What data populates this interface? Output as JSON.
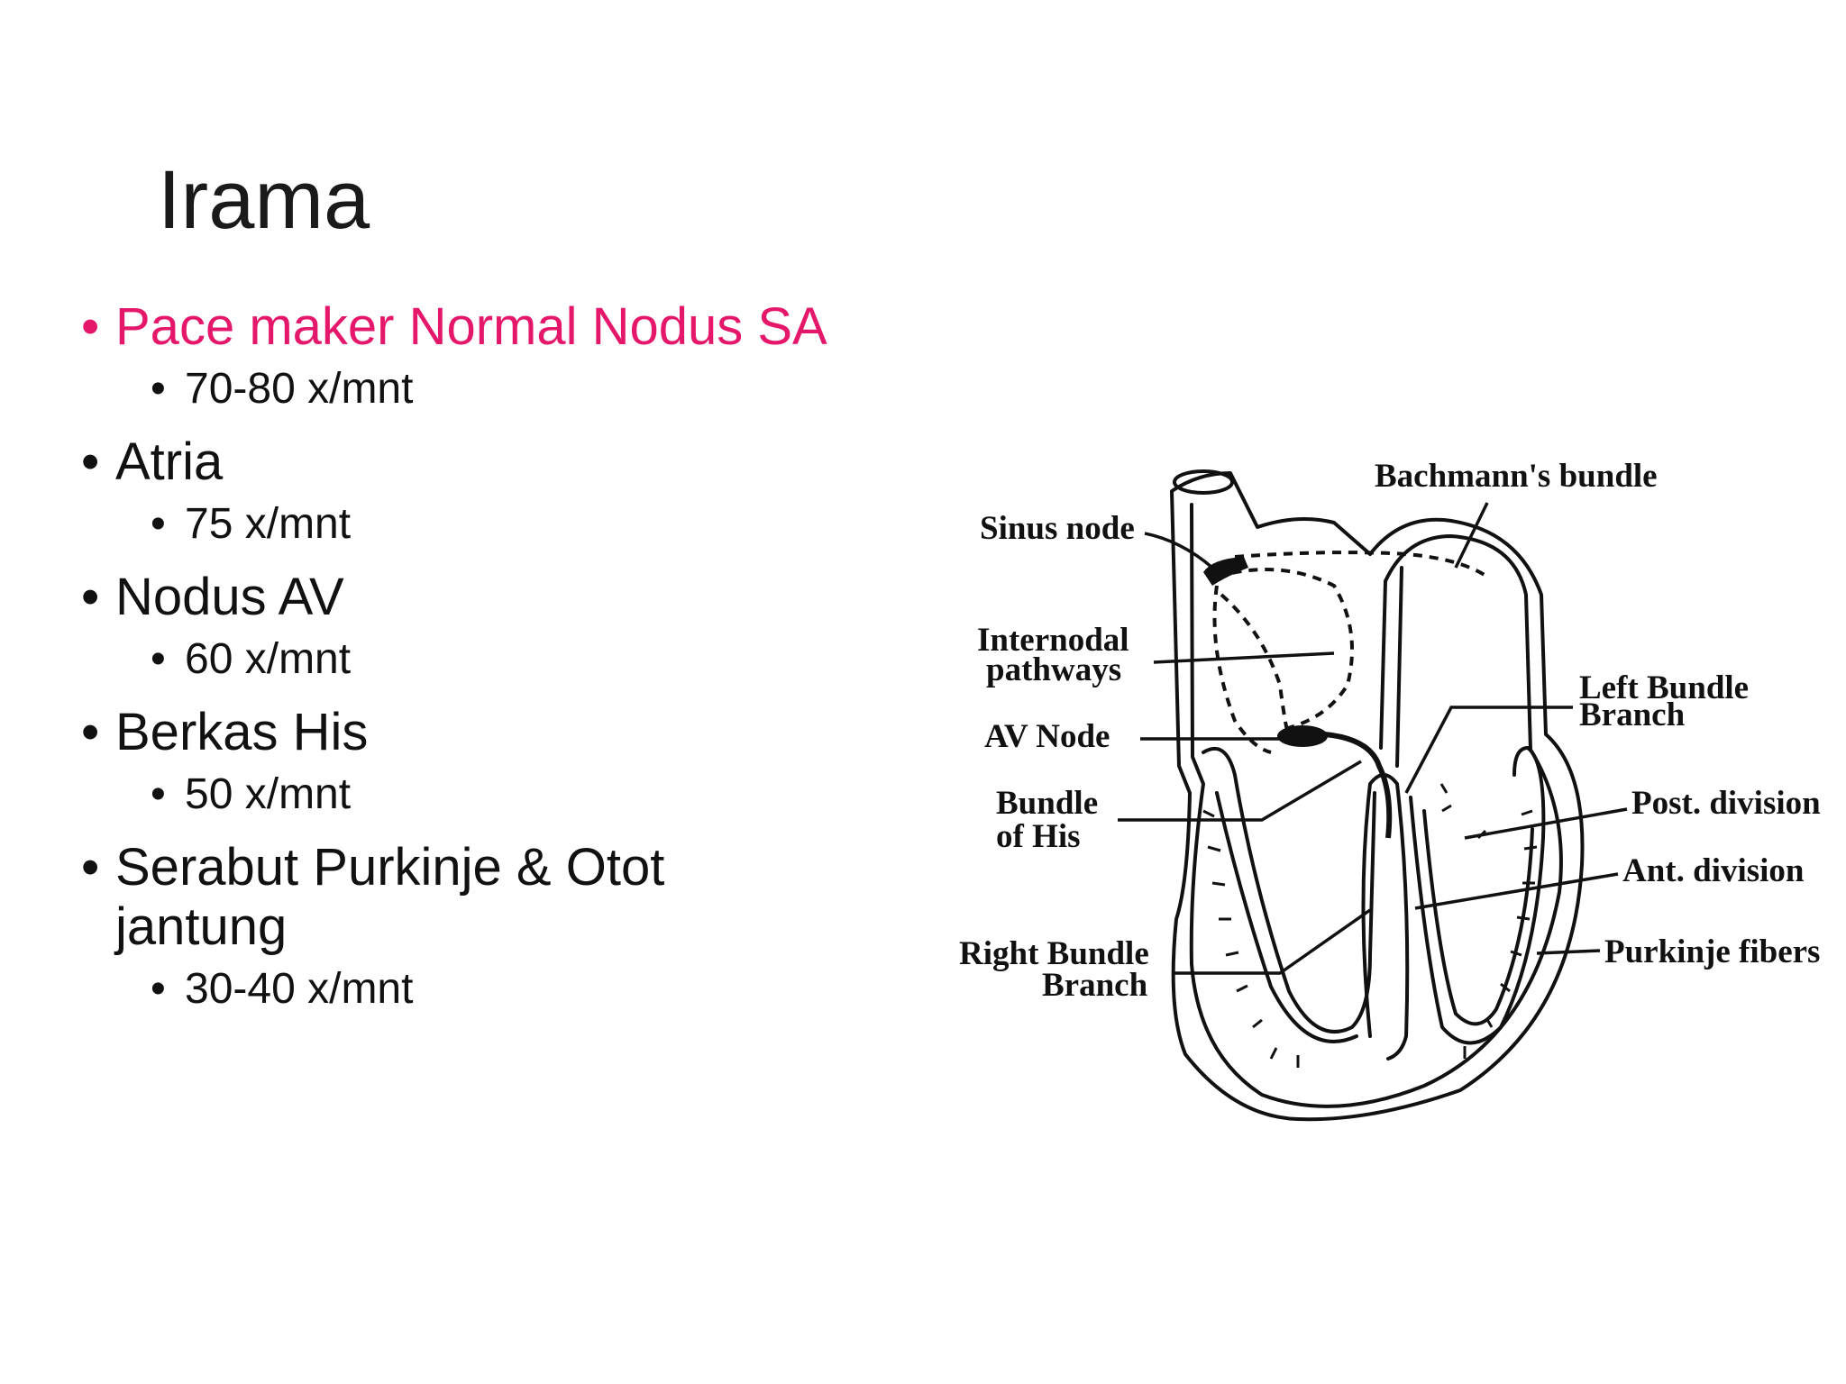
{
  "slide": {
    "title": "Irama",
    "accent_color": "#e5176b"
  },
  "bullets": [
    {
      "label": "Pace maker Normal Nodus SA",
      "rate": "70-80 x/mnt",
      "highlight": true
    },
    {
      "label": "Atria",
      "rate": "75 x/mnt"
    },
    {
      "label": "Nodus AV",
      "rate": "60 x/mnt"
    },
    {
      "label": "Berkas His",
      "rate": "50 x/mnt"
    },
    {
      "label": "Serabut Purkinje & Otot jantung",
      "rate": "30-40 x/mnt"
    }
  ],
  "diagram": {
    "labels": {
      "bachmann": "Bachmann's bundle",
      "sinus": "Sinus node",
      "internodal_1": "Internodal",
      "internodal_2": "pathways",
      "left_bundle_1": "Left Bundle",
      "left_bundle_2": "Branch",
      "av_node": "AV Node",
      "bundle_his_1": "Bundle",
      "bundle_his_2": "of His",
      "post_division": "Post. division",
      "ant_division": "Ant. division",
      "right_bundle_1": "Right Bundle",
      "right_bundle_2": "Branch",
      "purkinje": "Purkinje fibers"
    }
  }
}
